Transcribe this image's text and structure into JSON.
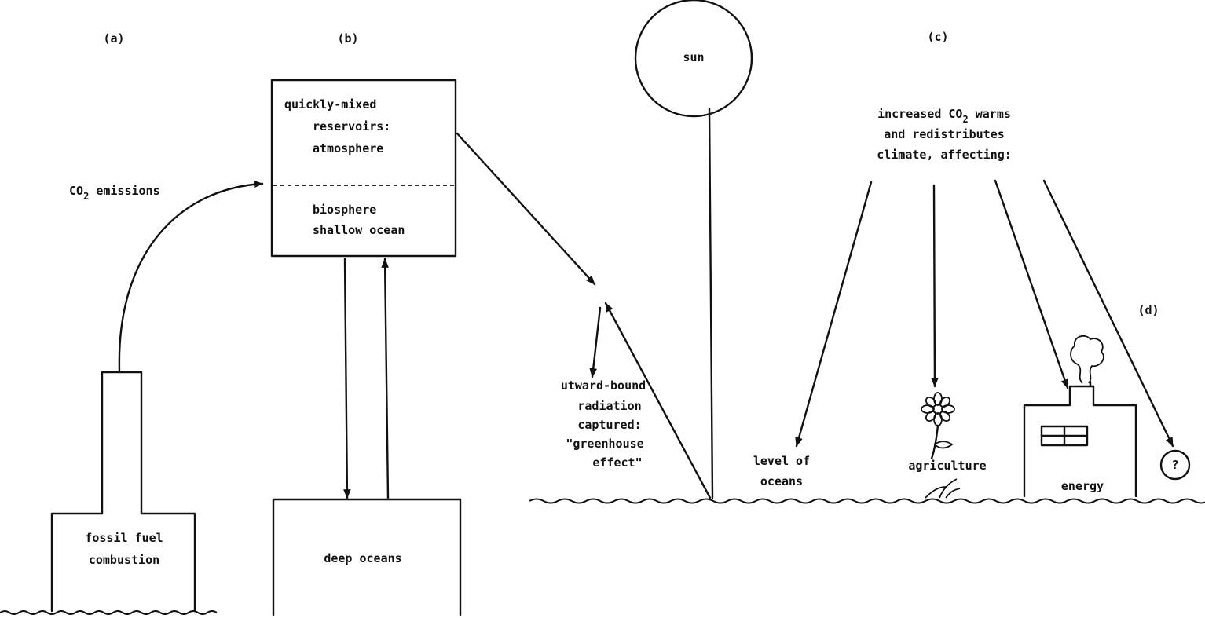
{
  "labels": {
    "panel_a": "(a)",
    "panel_b": "(b)",
    "panel_c": "(c)",
    "panel_d": "(d)",
    "co2_emissions_prefix": "CO",
    "co2_emissions_sub": "2",
    "co2_emissions_suffix": " emissions",
    "fossil_line1": "fossil fuel",
    "fossil_line2": "combustion",
    "reservoir_line1": "quickly-mixed",
    "reservoir_line2": "reservoirs:",
    "reservoir_line3": "atmosphere",
    "reservoir_line4": "biosphere",
    "reservoir_line5": "shallow ocean",
    "deep_oceans": "deep oceans",
    "sun": "sun",
    "radiation_line1": "utward-bound",
    "radiation_line2": "radiation",
    "radiation_line3": "captured:",
    "radiation_line4": "\"greenhouse",
    "radiation_line5": "effect\"",
    "climate_line1_prefix": "increased CO",
    "climate_line1_sub": "2",
    "climate_line1_suffix": " warms",
    "climate_line2": "and redistributes",
    "climate_line3": "climate, affecting:",
    "oceans_line1": "level of",
    "oceans_line2": "oceans",
    "agriculture": "agriculture",
    "energy": "energy",
    "unknown": "?"
  }
}
